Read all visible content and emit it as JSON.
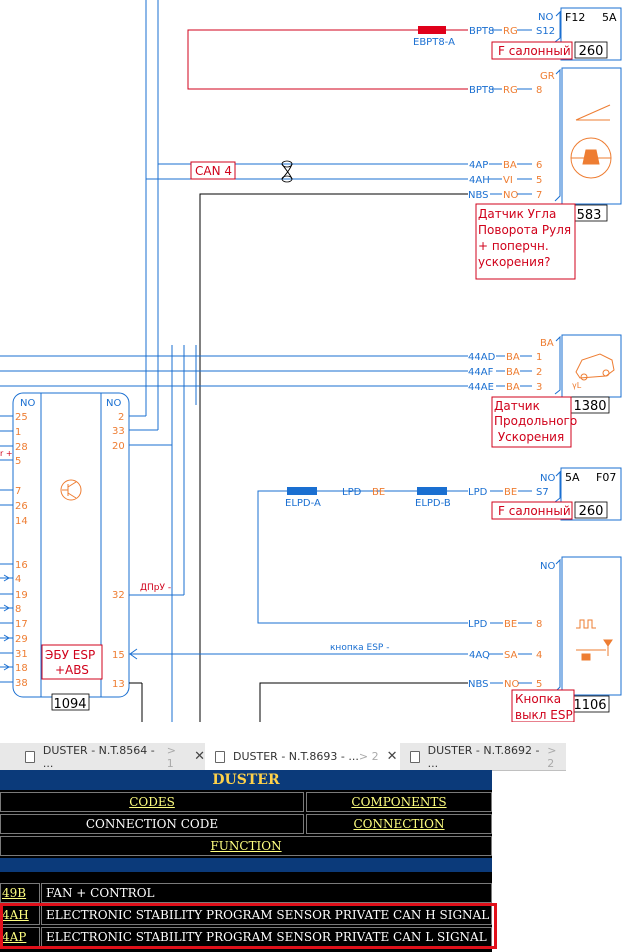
{
  "diagram": {
    "components": {
      "c260a": {
        "number": "260",
        "label": "F салонный",
        "fuse_code": "F12",
        "fuse_rating": "5A",
        "pin": "S12",
        "pin_prefix": "NO"
      },
      "c583": {
        "number": "583",
        "label_lines": [
          "Датчик Угла",
          "Поворота  Руля",
          "+ поперчн.",
          "ускорения?"
        ]
      },
      "c1380": {
        "number": "1380",
        "label_lines": [
          "Датчик",
          "Продольного",
          " Ускорения"
        ]
      },
      "c260b": {
        "number": "260",
        "label": "F салонный",
        "fuse_code": "F07",
        "fuse_rating": "5A",
        "pin": "S7",
        "pin_prefix": "NO"
      },
      "c1106": {
        "number": "1106",
        "label_lines": [
          "Кнопка",
          "выкл ESP"
        ]
      },
      "c1094": {
        "number": "1094",
        "label_lines": [
          "ЭБУ ESP",
          "+ABS"
        ]
      }
    },
    "can_label": "CAN 4",
    "connectors": {
      "ebpt8a": "EBPT8-A",
      "elpda": "ELPD-A",
      "elpdb": "ELPD-B"
    },
    "wires": {
      "bpt8_rg": [
        "BPT8",
        "RG"
      ],
      "ap_ba": [
        "4AP",
        "BA"
      ],
      "ah_vi": [
        "4AH",
        "VI"
      ],
      "nbs_no": [
        "NBS",
        "NO"
      ],
      "ad_ba": [
        "44AD",
        "BA"
      ],
      "af_ba": [
        "44AF",
        "BA"
      ],
      "ae_ba": [
        "44AE",
        "BA"
      ],
      "lpd_be": [
        "LPD",
        "BE"
      ],
      "aq_sa": [
        "4AQ",
        "SA"
      ]
    },
    "signal_labels": {
      "dpru": "ДПрУ -",
      "esp_button": "кнопка ESP -"
    },
    "pins": {
      "gr": "GR",
      "p8": "8",
      "p6": "6",
      "p5": "5",
      "p7": "7",
      "ba": "BA",
      "p1": "1",
      "p2": "2",
      "p3": "3",
      "no": "NO",
      "p4": "4",
      "ecu_right": [
        "2",
        "33",
        "20",
        "32",
        "15",
        "13"
      ],
      "ecu_left": [
        "25",
        "1",
        "28",
        "5",
        "7",
        "26",
        "14",
        "16",
        "4",
        "19",
        "8",
        "17",
        "29",
        "31",
        "18",
        "38"
      ]
    },
    "left_edge_fragment": "r +",
    "ecu_top_left": "NO",
    "ecu_top_right": "NO"
  },
  "browser_tabs": [
    {
      "title": "DUSTER - N.T.8564 - ...",
      "faded": "> 1",
      "active": false
    },
    {
      "title": "DUSTER - N.T.8693 - ...",
      "faded": "> 2",
      "active": true
    },
    {
      "title": "DUSTER - N.T.8692 - ...",
      "faded": "> 2",
      "active": false
    }
  ],
  "app": {
    "title": "DUSTER",
    "nav": {
      "codes": "CODES",
      "components": "COMPONENTS",
      "connection_code": "CONNECTION CODE",
      "connection": "CONNECTION",
      "function": "FUNCTION"
    },
    "rows": [
      {
        "code": "49B",
        "desc": "FAN + CONTROL"
      },
      {
        "code": "4AH",
        "desc": "ELECTRONIC STABILITY PROGRAM SENSOR PRIVATE CAN H SIGNAL"
      },
      {
        "code": "4AP",
        "desc": "ELECTRONIC STABILITY PROGRAM SENSOR PRIVATE CAN L SIGNAL"
      }
    ]
  },
  "colors": {
    "wire_blue": "#1a6fd1",
    "wire_red": "#d0021b",
    "wire_black": "#000000",
    "wire_code_orange": "#ee7d32",
    "app_title_bg": "#0b3a7a",
    "app_title_text": "#ffd24a",
    "link_yellow": "#ffff80",
    "highlight_red": "#e1101a"
  }
}
